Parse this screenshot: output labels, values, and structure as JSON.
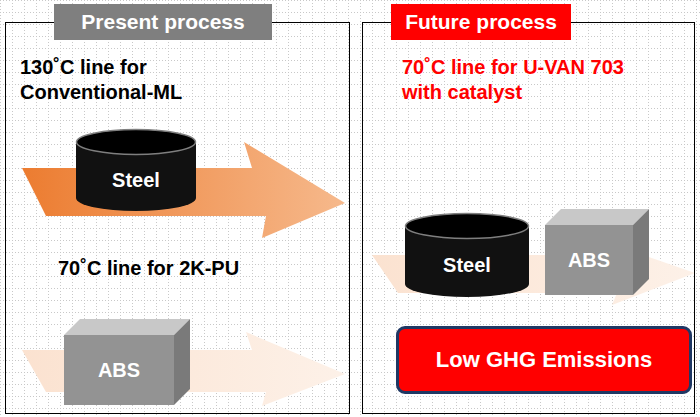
{
  "diagram": {
    "nodes": [
      {
        "text": [
          "Present process"
        ]
      },
      {
        "text": [
          "Steel"
        ],
        "in": 0
      },
      {
        "text": [
          "ABS"
        ],
        "in": 0
      },
      {
        "text": [
          "Future process"
        ]
      },
      {
        "text": [
          "Steel"
        ],
        "in": 3
      },
      {
        "text": [
          "ABS"
        ],
        "in": 3
      },
      {
        "text": [
          "Low GHG Emissions"
        ],
        "in": 3
      }
    ],
    "labels": [
      "130˚C line for Conventional-ML",
      "70˚C line for 2K-PU",
      "70˚C line for U-VAN 703 with catalyst"
    ]
  }
}
